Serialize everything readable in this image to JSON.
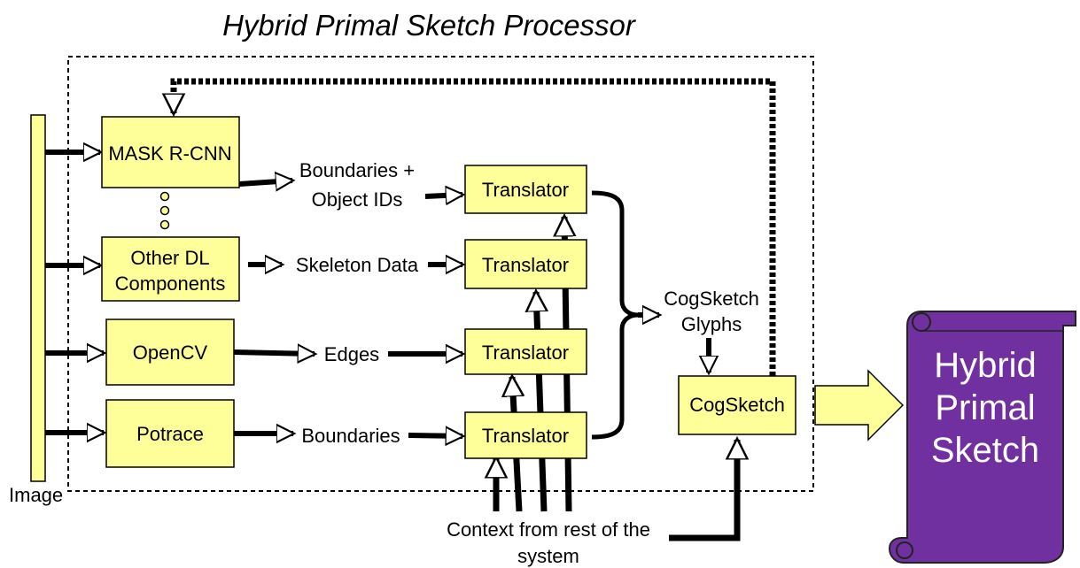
{
  "title": "Hybrid Primal Sketch Processor",
  "image_label": "Image",
  "components": {
    "mask_rcnn": "MASK R-CNN",
    "other_dl_line1": "Other DL",
    "other_dl_line2": "Components",
    "opencv": "OpenCV",
    "potrace": "Potrace"
  },
  "outputs": {
    "boundaries_ids_line1": "Boundaries +",
    "boundaries_ids_line2": "Object IDs",
    "skeleton": "Skeleton Data",
    "edges": "Edges",
    "boundaries": "Boundaries"
  },
  "translators": [
    "Translator",
    "Translator",
    "Translator",
    "Translator"
  ],
  "glyphs_line1": "CogSketch",
  "glyphs_line2": "Glyphs",
  "cogsketch": "CogSketch",
  "context_line1": "Context from rest of the",
  "context_line2": "system",
  "result_line1": "Hybrid",
  "result_line2": "Primal",
  "result_line3": "Sketch",
  "colors": {
    "box_fill": "#ffff99",
    "scroll_fill": "#7030a0",
    "scroll_text": "#ffffff"
  }
}
